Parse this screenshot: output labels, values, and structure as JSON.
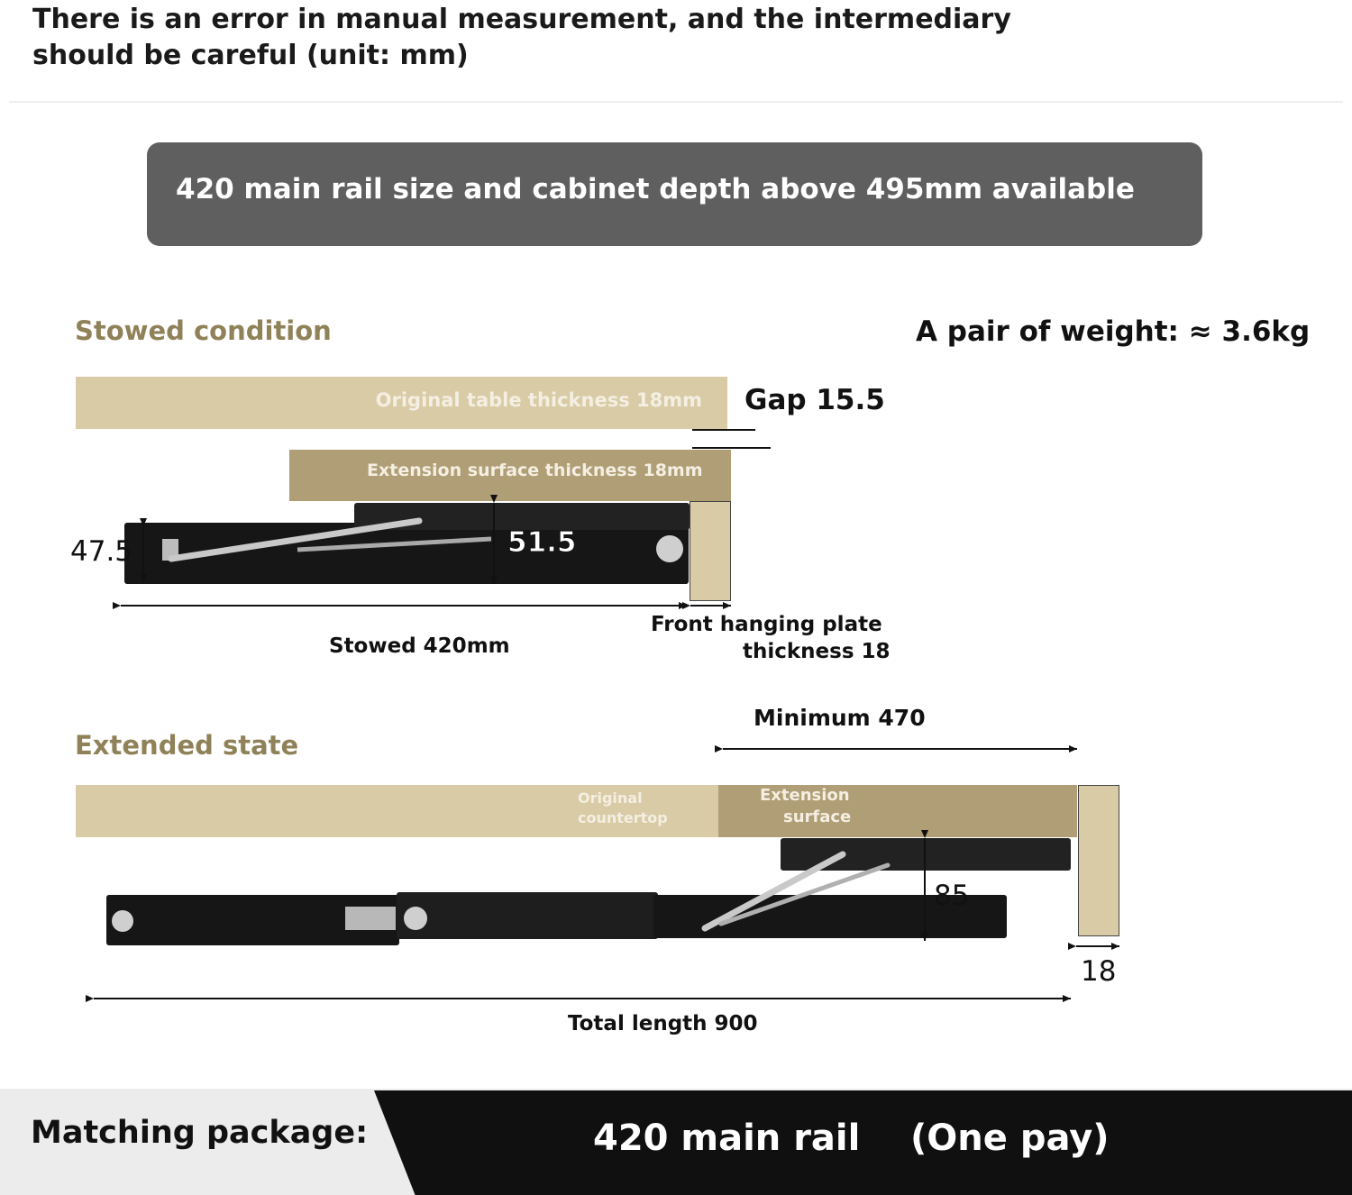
{
  "notice": {
    "line1": "There is an error in manual measurement, and the intermediary",
    "line2": "should be careful (unit: mm)"
  },
  "banner": {
    "text": "420 main rail size and cabinet depth above 495mm available"
  },
  "stowed": {
    "title": "Stowed condition",
    "weight": "A pair of weight: ≈ 3.6kg",
    "table_board": "Original table thickness 18mm",
    "gap": "Gap 15.5",
    "extension_board": "Extension surface thickness 18mm",
    "rail_height": "47.5",
    "lift_height": "51.5",
    "length": "Stowed 420mm",
    "front_plate_line1": "Front hanging plate",
    "front_plate_line2": "thickness 18"
  },
  "extended": {
    "title": "Extended state",
    "minimum": "Minimum 470",
    "countertop_line1": "Original",
    "countertop_line2": "countertop",
    "extension_line1": "Extension",
    "extension_line2": "surface",
    "lift_height": "85",
    "plate_thickness": "18",
    "total_length": "Total length 900"
  },
  "footer": {
    "label": "Matching package:",
    "item": "420 main rail",
    "note": "(One pay)"
  },
  "colors": {
    "board_light": "#d9cba6",
    "board_dark": "#b09e76",
    "title_gold": "#8f8158",
    "banner_gray": "#5f5f5f"
  }
}
